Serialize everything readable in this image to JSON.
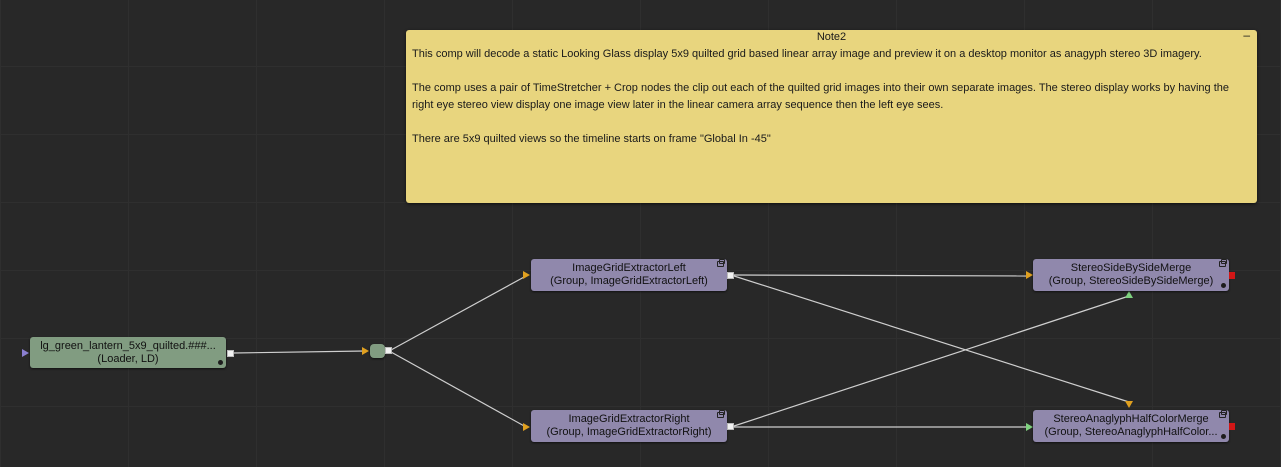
{
  "note": {
    "title": "Note2",
    "collapse_label": "–",
    "paragraphs": [
      "This comp will decode a static Looking Glass display 5x9 quilted grid based linear array image and preview it on a desktop monitor as anagyph stereo 3D imagery.",
      "The comp uses a pair of TimeStretcher + Crop nodes the clip out each of the quilted grid images into their own separate images. The stereo display works by having the right eye stereo view display one image view later in the linear camera array sequence then the left eye sees.",
      "There are 5x9 quilted views so the timeline starts on frame  \"Global In -45\""
    ],
    "color": "#e8d57e"
  },
  "nodes": {
    "loader": {
      "line1": "lg_green_lantern_5x9_quilted.###...",
      "line2": "(Loader, LD)",
      "color": "#819c81"
    },
    "extractor_left": {
      "line1": "ImageGridExtractorLeft",
      "line2": "(Group, ImageGridExtractorLeft)",
      "color": "#9088ac"
    },
    "extractor_right": {
      "line1": "ImageGridExtractorRight",
      "line2": "(Group, ImageGridExtractorRight)",
      "color": "#9088ac"
    },
    "side_by_side": {
      "line1": "StereoSideBySideMerge",
      "line2": "(Group, StereoSideBySideMerge)",
      "color": "#9088ac"
    },
    "anaglyph": {
      "line1": "StereoAnaglyphHalfColorMerge",
      "line2": "(Group, StereoAnaglyphHalfColor...",
      "color": "#9088ac"
    }
  },
  "colors": {
    "background": "#282828",
    "wire": "#cfcfcf",
    "input_yellow": "#e0a020",
    "input_green": "#7fd27f",
    "input_purple": "#8a7fd0",
    "output_red": "#d21616"
  }
}
